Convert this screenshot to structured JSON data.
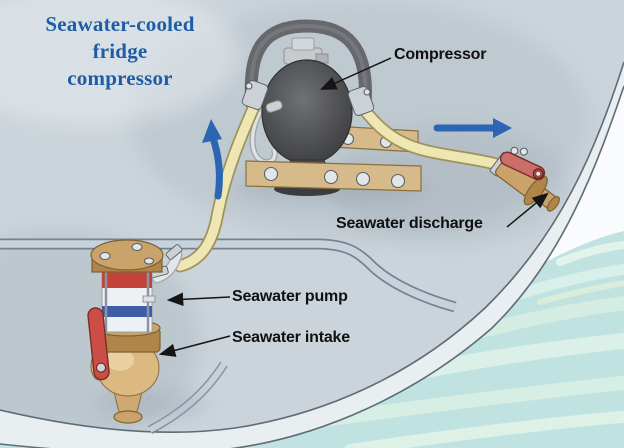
{
  "title": {
    "line1": "Seawater-cooled",
    "line2": "fridge",
    "line3": "compressor"
  },
  "labels": {
    "compressor": "Compressor",
    "seawater_discharge": "Seawater discharge",
    "seawater_pump": "Seawater pump",
    "seawater_intake": "Seawater intake"
  },
  "icons": {
    "flow_up_arrow": "blue arrow pointing up along suction hose",
    "flow_right_arrow": "blue arrow pointing right along discharge hose"
  },
  "colors": {
    "interior": "#cbd4da",
    "outside": "#fafbfc",
    "water": "#c0e3e1",
    "water_wave": "#d9efe9",
    "hull_band": "#e9eef1",
    "hull_outline": "#5f6b76",
    "hose": "#efe7b3",
    "hose_outline": "#a0925c",
    "brass": "#c9a369",
    "brass_dark": "#b08549",
    "mount_tan": "#d6ba8a",
    "compressor_gray": "#525356",
    "strainer_red": "#c5423a",
    "strainer_blue": "#3f5ca8",
    "valve_red": "#cc4d45",
    "flow_arrow": "#2b66b4",
    "title_text": "#1e5da5",
    "label_text": "#101010",
    "leader_line": "#151515"
  }
}
